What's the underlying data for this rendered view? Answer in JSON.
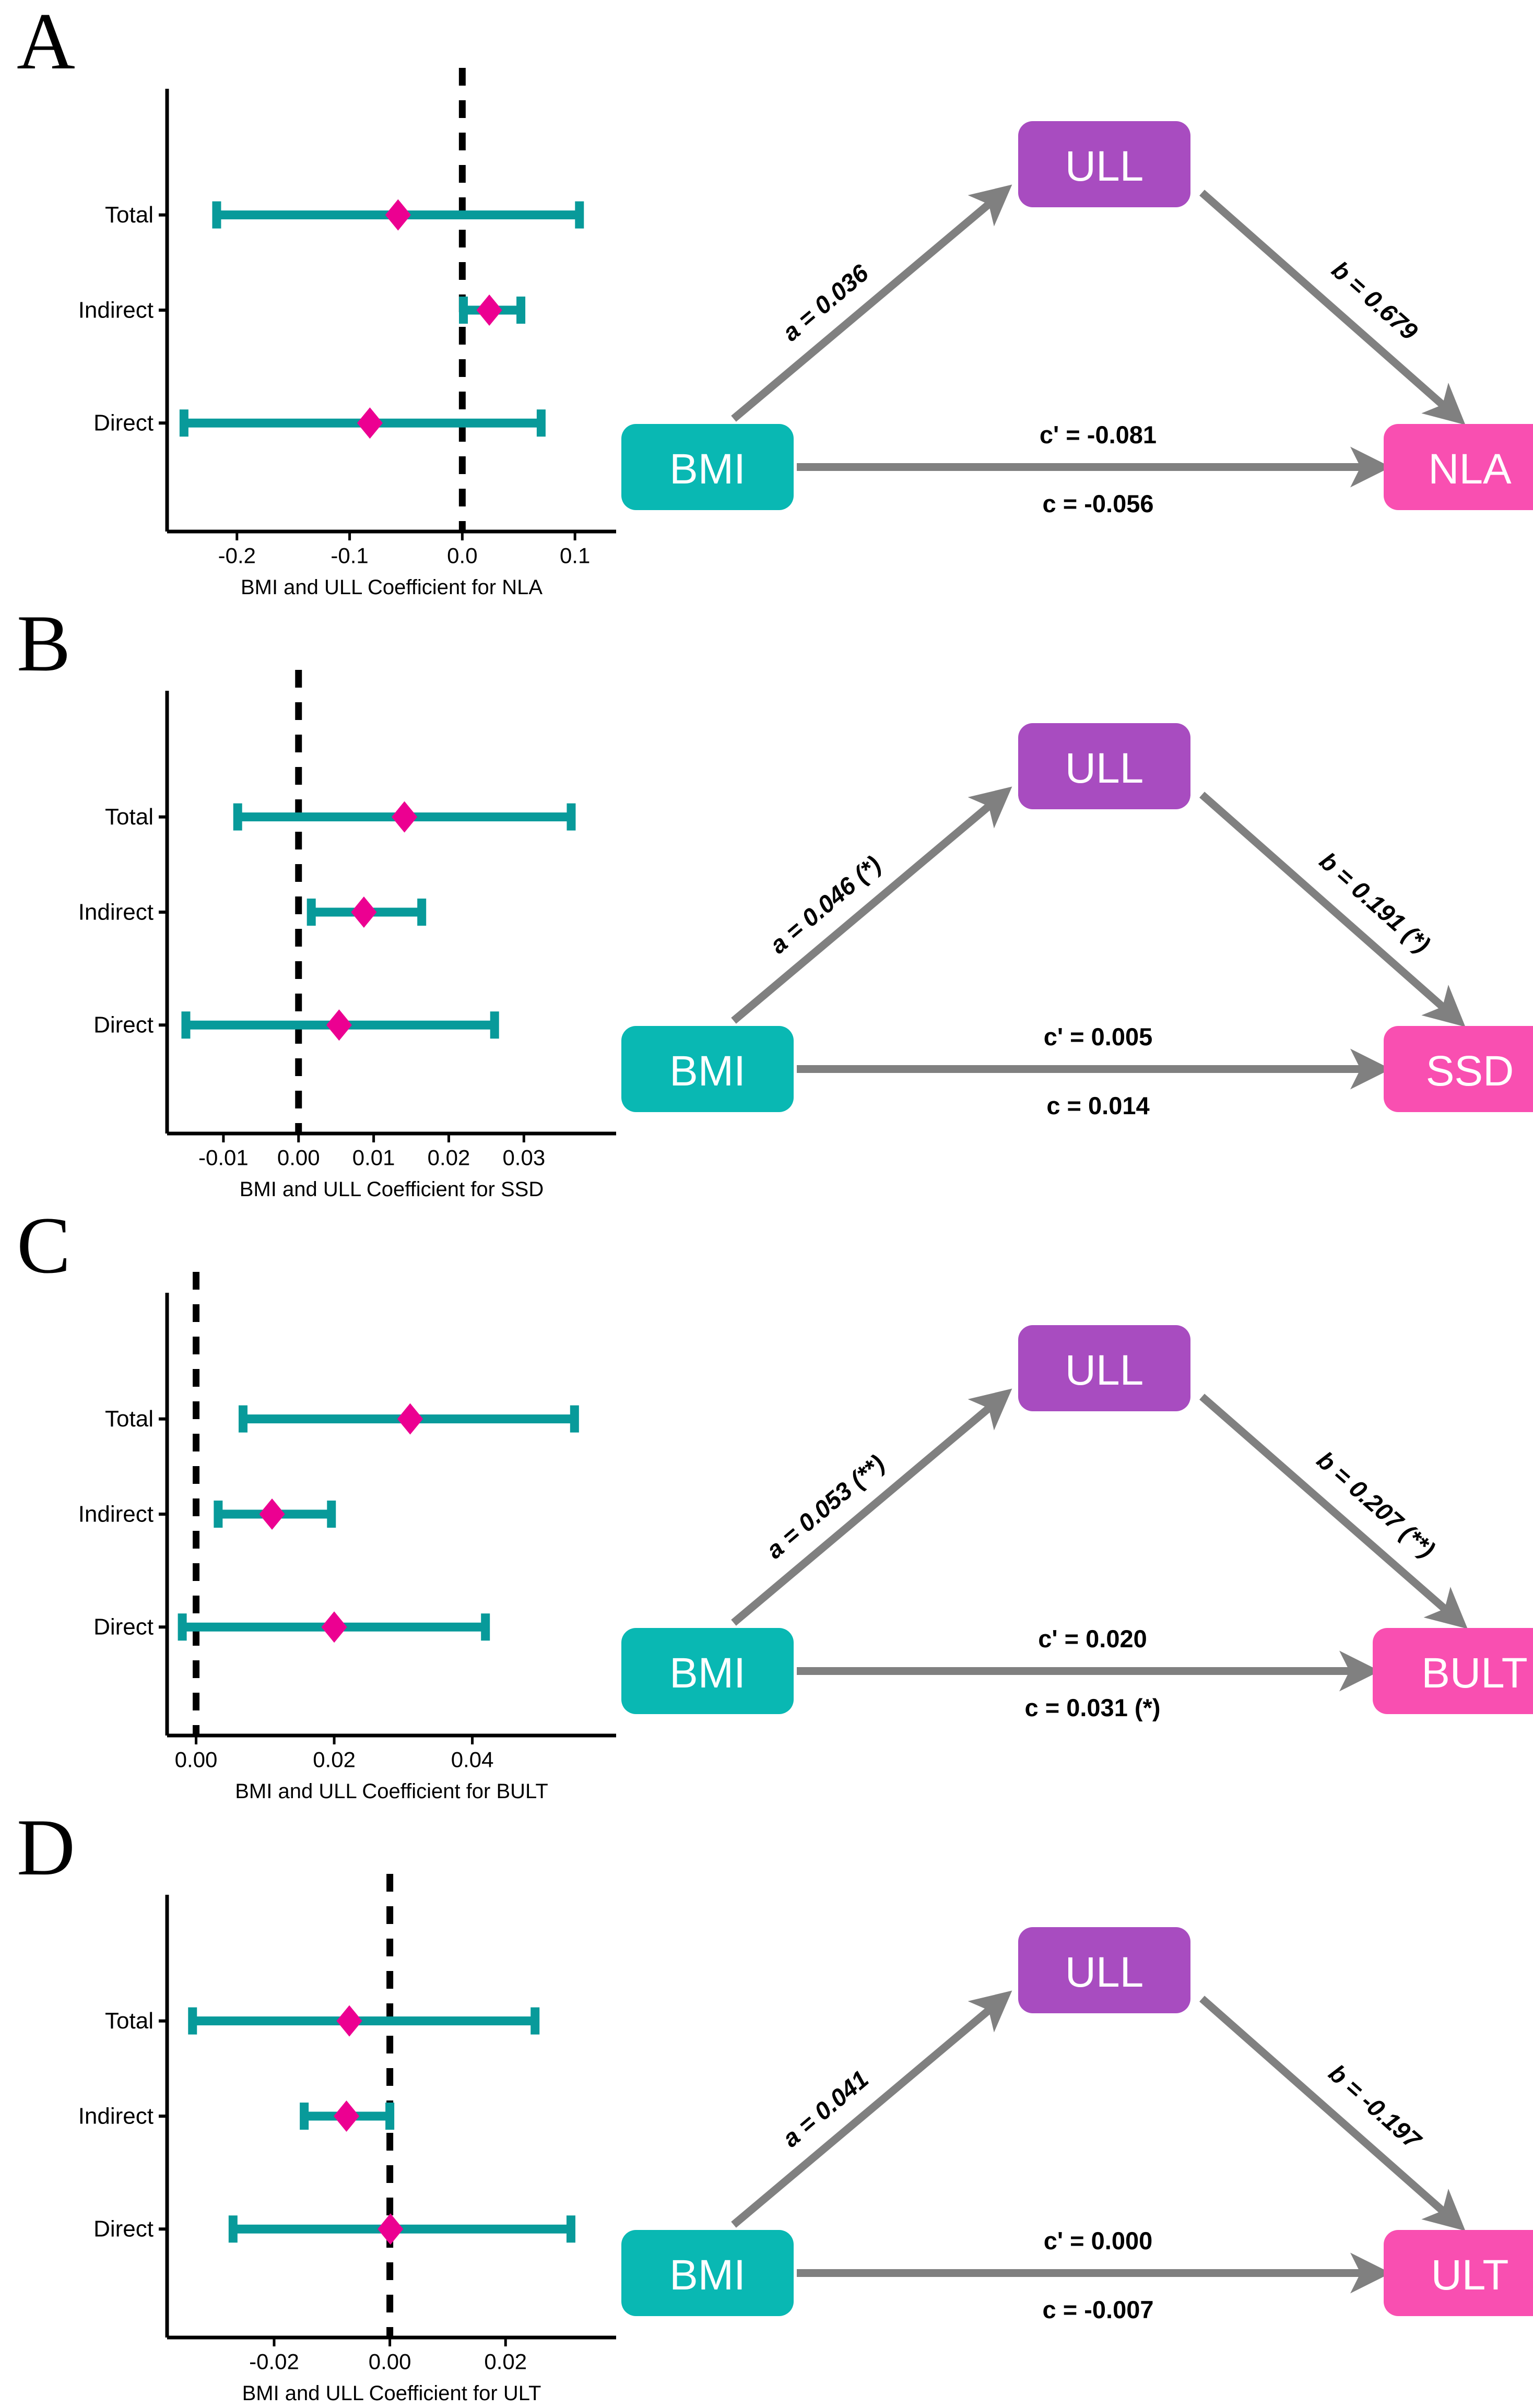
{
  "figure": {
    "panels": [
      {
        "letter": "A",
        "forest": {
          "row_labels": [
            "Total",
            "Indirect",
            "Direct"
          ],
          "xlabel": "BMI and ULL Coefficient for NLA",
          "ticks": [
            "-0.2",
            "-0.1",
            "0.0",
            "0.1"
          ],
          "tickvals": [
            -0.2,
            -0.1,
            0.0,
            0.1
          ],
          "xlim": [
            -0.262,
            0.118
          ],
          "refline": 0.0
        },
        "diagram": {
          "predictor": "BMI",
          "mediator": "ULL",
          "outcome": "NLA",
          "a_label": "a = 0.036",
          "b_label": "b = 0.679",
          "cprime_label": "c' = -0.081",
          "c_label": "c = -0.056"
        }
      },
      {
        "letter": "B",
        "forest": {
          "row_labels": [
            "Total",
            "Indirect",
            "Direct"
          ],
          "xlabel": "BMI and ULL Coefficient for SSD",
          "ticks": [
            "-0.01",
            "0.00",
            "0.01",
            "0.02",
            "0.03"
          ],
          "tickvals": [
            -0.01,
            0.0,
            0.01,
            0.02,
            0.03
          ],
          "xlim": [
            -0.0175,
            0.0395
          ],
          "refline": 0.0
        },
        "diagram": {
          "predictor": "BMI",
          "mediator": "ULL",
          "outcome": "SSD",
          "a_label": "a = 0.046 (*)",
          "b_label": "b = 0.191 (*)",
          "cprime_label": "c' = 0.005",
          "c_label": "c = 0.014"
        }
      },
      {
        "letter": "C",
        "forest": {
          "row_labels": [
            "Total",
            "Indirect",
            "Direct"
          ],
          "xlabel": "BMI and ULL Coefficient for BULT",
          "ticks": [
            "0.00",
            "0.02",
            "0.04"
          ],
          "tickvals": [
            0.0,
            0.02,
            0.04
          ],
          "xlim": [
            -0.0042,
            0.0578
          ],
          "refline": 0.0
        },
        "diagram": {
          "predictor": "BMI",
          "mediator": "ULL",
          "outcome": "BULT",
          "a_label": "a = 0.053 (**)",
          "b_label": "b = 0.207 (**)",
          "cprime_label": "c' = 0.020",
          "c_label": "c = 0.031 (*)"
        }
      },
      {
        "letter": "D",
        "forest": {
          "row_labels": [
            "Total",
            "Indirect",
            "Direct"
          ],
          "xlabel": "BMI and ULL Coefficient for ULT",
          "ticks": [
            "-0.02",
            "0.00",
            "0.02"
          ],
          "tickvals": [
            -0.02,
            0.0,
            0.02
          ],
          "xlim": [
            -0.0385,
            0.0355
          ],
          "refline": 0.0
        },
        "diagram": {
          "predictor": "BMI",
          "mediator": "ULL",
          "outcome": "ULT",
          "a_label": "a = 0.041",
          "b_label": "b = -0.197",
          "cprime_label": "c' = 0.000",
          "c_label": "c = -0.007"
        }
      }
    ]
  },
  "colors": {
    "mediator_box": "#A84CC0",
    "predictor_box": "#09B8B3",
    "outcome_box": "#F94FB1",
    "errorbar": "#089A9A",
    "marker": "#EC0091",
    "arrow": "#808080",
    "axis": "#000000"
  },
  "chart_data": [
    {
      "type": "forest",
      "panel": "A",
      "title": "",
      "xlabel": "BMI and ULL Coefficient for NLA",
      "ylabel": "",
      "categories": [
        "Total",
        "Indirect",
        "Direct"
      ],
      "estimates": [
        -0.057,
        0.024,
        -0.082
      ],
      "ci_low": [
        -0.218,
        0.001,
        -0.247
      ],
      "ci_high": [
        0.104,
        0.052,
        0.07
      ],
      "xlim": [
        -0.262,
        0.118
      ],
      "xticks": [
        -0.2,
        -0.1,
        0.0,
        0.1
      ],
      "refline": 0.0,
      "grid": false,
      "legend": "none"
    },
    {
      "type": "forest",
      "panel": "B",
      "title": "",
      "xlabel": "BMI and ULL Coefficient for SSD",
      "ylabel": "",
      "categories": [
        "Total",
        "Indirect",
        "Direct"
      ],
      "estimates": [
        0.0141,
        0.0087,
        0.0054
      ],
      "ci_low": [
        -0.0081,
        0.0017,
        -0.015
      ],
      "ci_high": [
        0.0363,
        0.0164,
        0.0261
      ],
      "xlim": [
        -0.0175,
        0.0395
      ],
      "xticks": [
        -0.01,
        0.0,
        0.01,
        0.02,
        0.03
      ],
      "refline": 0.0,
      "grid": false,
      "legend": "none"
    },
    {
      "type": "forest",
      "panel": "C",
      "title": "",
      "xlabel": "BMI and ULL Coefficient for BULT",
      "ylabel": "",
      "categories": [
        "Total",
        "Indirect",
        "Direct"
      ],
      "estimates": [
        0.031,
        0.011,
        0.02
      ],
      "ci_low": [
        0.0068,
        0.0032,
        -0.002
      ],
      "ci_high": [
        0.0548,
        0.0196,
        0.0419
      ],
      "xlim": [
        -0.0042,
        0.0578
      ],
      "xticks": [
        0.0,
        0.02,
        0.04
      ],
      "refline": 0.0,
      "grid": false,
      "legend": "none"
    },
    {
      "type": "forest",
      "panel": "D",
      "title": "",
      "xlabel": "BMI and ULL Coefficient for ULT",
      "ylabel": "",
      "categories": [
        "Total",
        "Indirect",
        "Direct"
      ],
      "estimates": [
        -0.007,
        -0.0075,
        0.0001
      ],
      "ci_low": [
        -0.0341,
        -0.0148,
        -0.0271
      ],
      "ci_high": [
        0.0251,
        0.0,
        0.0313
      ],
      "xlim": [
        -0.0385,
        0.0355
      ],
      "xticks": [
        -0.02,
        0.0,
        0.02
      ],
      "refline": 0.0,
      "grid": false,
      "legend": "none"
    }
  ],
  "mediation_data": [
    {
      "panel": "A",
      "a": 0.036,
      "b": 0.679,
      "c_prime": -0.081,
      "c": -0.056,
      "a_sig": "",
      "b_sig": "",
      "c_prime_sig": "",
      "c_sig": ""
    },
    {
      "panel": "B",
      "a": 0.046,
      "b": 0.191,
      "c_prime": 0.005,
      "c": 0.014,
      "a_sig": "*",
      "b_sig": "*",
      "c_prime_sig": "",
      "c_sig": ""
    },
    {
      "panel": "C",
      "a": 0.053,
      "b": 0.207,
      "c_prime": 0.02,
      "c": 0.031,
      "a_sig": "**",
      "b_sig": "**",
      "c_prime_sig": "",
      "c_sig": "*"
    },
    {
      "panel": "D",
      "a": 0.041,
      "b": -0.197,
      "c_prime": 0.0,
      "c": -0.007,
      "a_sig": "",
      "b_sig": "",
      "c_prime_sig": "",
      "c_sig": ""
    }
  ]
}
